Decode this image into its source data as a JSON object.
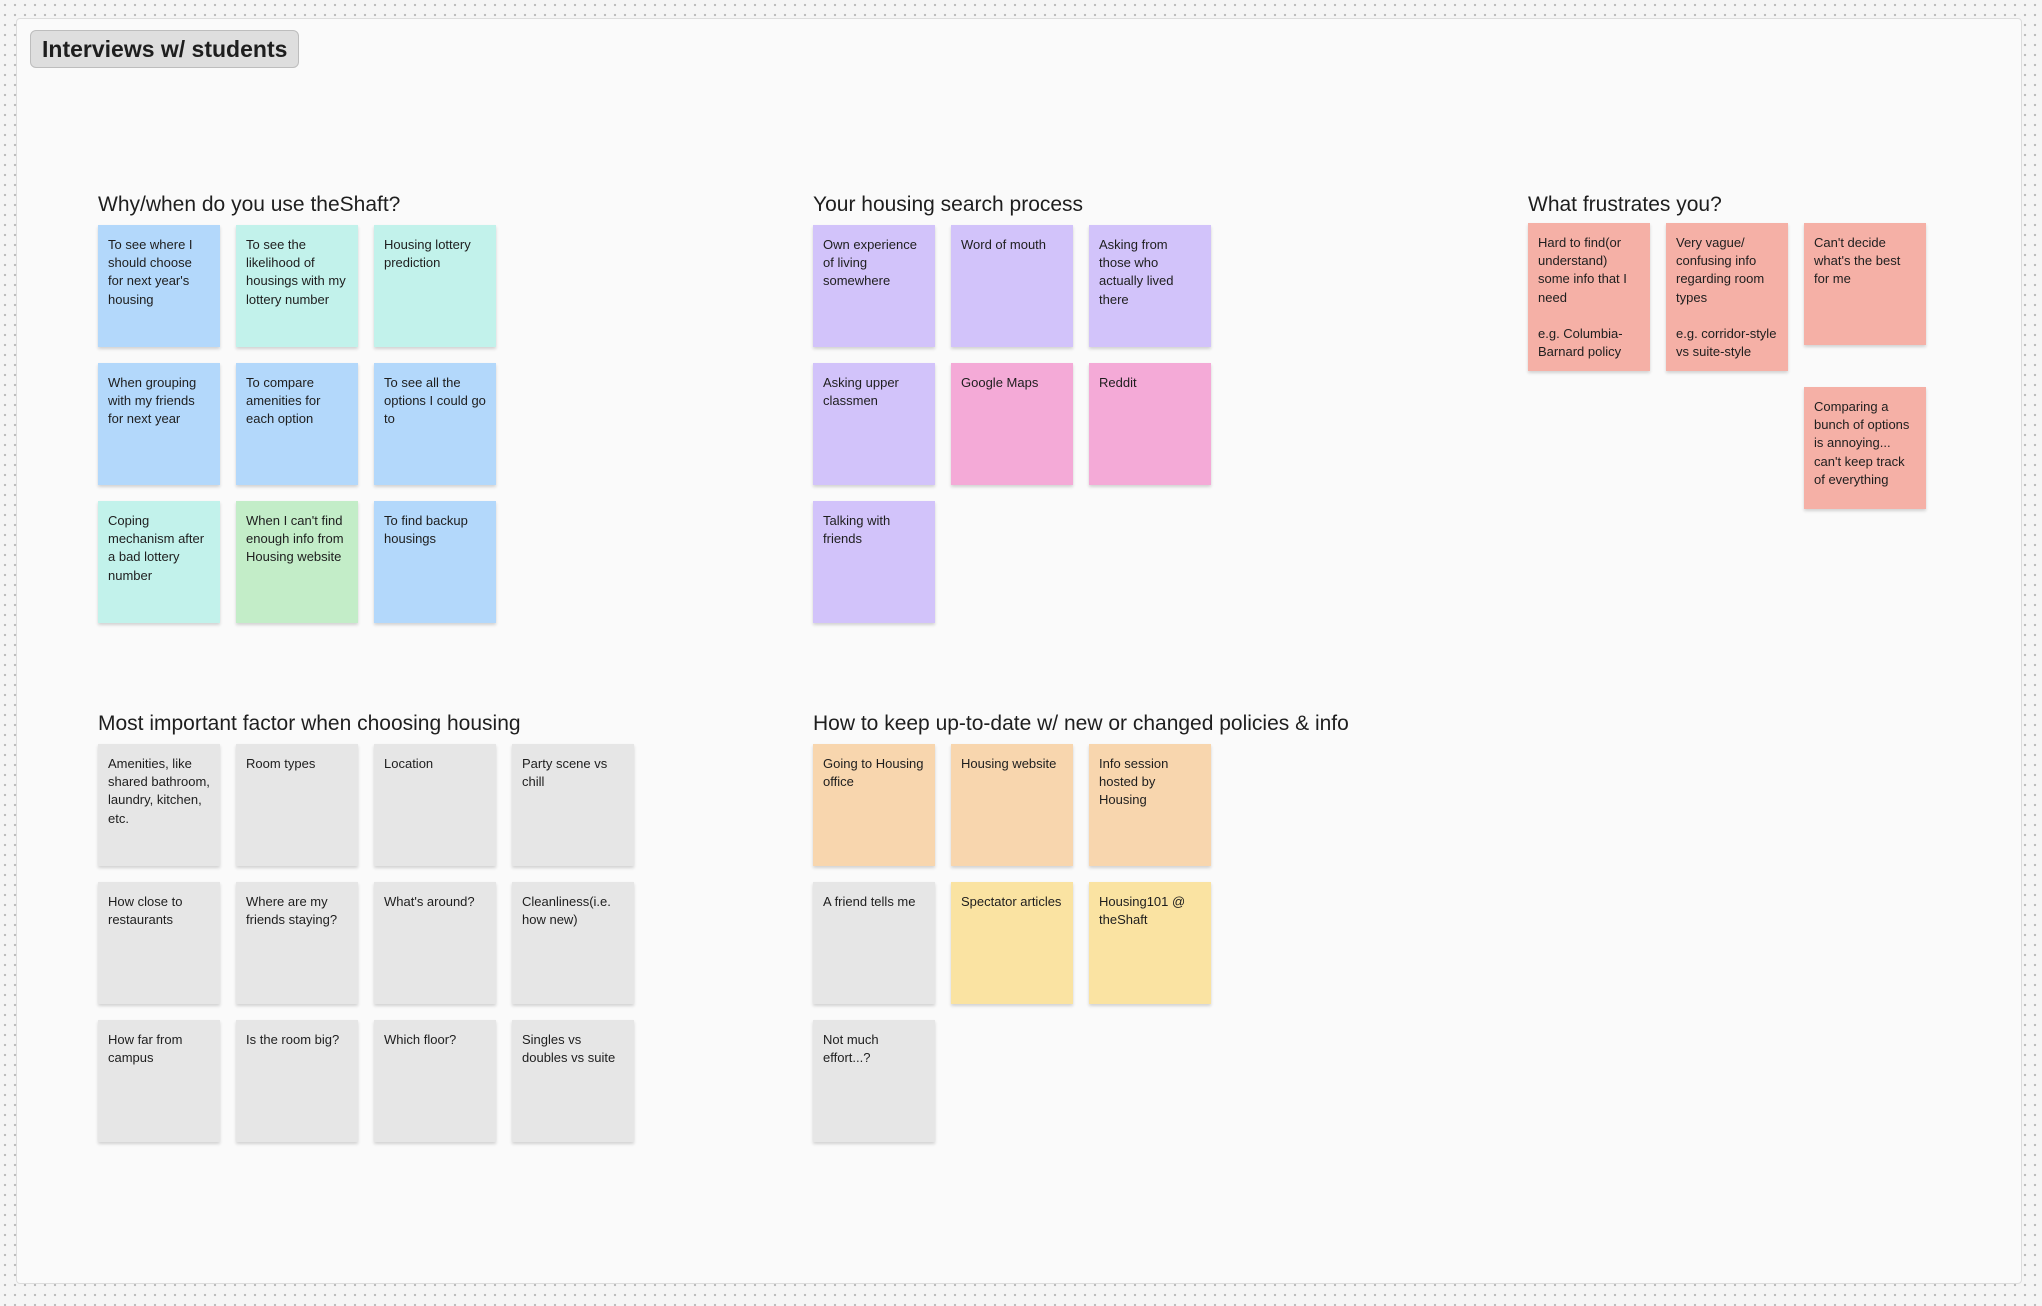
{
  "board": {
    "title": "Interviews w/ students"
  },
  "colors": {
    "blue": "#b3d8fb",
    "teal": "#c2f2eb",
    "green": "#c3edc8",
    "purple": "#d2c3fa",
    "pink": "#f4aad7",
    "salmon": "#f5b0a6",
    "gray": "#e6e6e6",
    "orange": "#f8d6ae",
    "yellow": "#fae3a2"
  },
  "sections": [
    {
      "title": "Why/when do you use theShaft?",
      "notes": [
        {
          "text": "To see where I should choose for next year's housing",
          "color": "blue",
          "col": 0,
          "row": 0
        },
        {
          "text": "To see the likelihood of housings with my lottery number",
          "color": "teal",
          "col": 1,
          "row": 0
        },
        {
          "text": "Housing lottery prediction",
          "color": "teal",
          "col": 2,
          "row": 0
        },
        {
          "text": "When grouping with my friends for next year",
          "color": "blue",
          "col": 0,
          "row": 1
        },
        {
          "text": "To compare amenities for each option",
          "color": "blue",
          "col": 1,
          "row": 1
        },
        {
          "text": "To see all the options I could go to",
          "color": "blue",
          "col": 2,
          "row": 1
        },
        {
          "text": "Coping mechanism after a bad lottery number",
          "color": "teal",
          "col": 0,
          "row": 2
        },
        {
          "text": "When I can't find enough info from Housing website",
          "color": "green",
          "col": 1,
          "row": 2
        },
        {
          "text": "To find backup housings",
          "color": "blue",
          "col": 2,
          "row": 2
        }
      ]
    },
    {
      "title": "Your housing search process",
      "notes": [
        {
          "text": "Own experience of living somewhere",
          "color": "purple",
          "col": 0,
          "row": 0
        },
        {
          "text": "Word of mouth",
          "color": "purple",
          "col": 1,
          "row": 0
        },
        {
          "text": "Asking from those who actually lived there",
          "color": "purple",
          "col": 2,
          "row": 0
        },
        {
          "text": "Asking upper classmen",
          "color": "purple",
          "col": 0,
          "row": 1
        },
        {
          "text": "Google Maps",
          "color": "pink",
          "col": 1,
          "row": 1
        },
        {
          "text": "Reddit",
          "color": "pink",
          "col": 2,
          "row": 1
        },
        {
          "text": "Talking with friends",
          "color": "purple",
          "col": 0,
          "row": 2
        }
      ]
    },
    {
      "title": "What frustrates you?",
      "notes": [
        {
          "text": "Hard to find(or understand) some info that I need\n\ne.g. Columbia-Barnard policy",
          "color": "salmon",
          "col": 0,
          "row": 0,
          "tall": true
        },
        {
          "text": "Very vague/ confusing info regarding room types\n\ne.g. corridor-style vs suite-style",
          "color": "salmon",
          "col": 1,
          "row": 0,
          "tall": true
        },
        {
          "text": "Can't decide what's the best for me",
          "color": "salmon",
          "col": 2,
          "row": 0
        },
        {
          "text": "Comparing a bunch of options is annoying... can't keep track of everything",
          "color": "salmon",
          "col": 2,
          "row": 1
        }
      ]
    },
    {
      "title": "Most important factor when choosing housing",
      "notes": [
        {
          "text": "Amenities, like shared bathroom, laundry, kitchen, etc.",
          "color": "gray",
          "col": 0,
          "row": 0
        },
        {
          "text": "Room types",
          "color": "gray",
          "col": 1,
          "row": 0
        },
        {
          "text": "Location",
          "color": "gray",
          "col": 2,
          "row": 0
        },
        {
          "text": "Party scene vs chill",
          "color": "gray",
          "col": 3,
          "row": 0
        },
        {
          "text": "How close to restaurants",
          "color": "gray",
          "col": 0,
          "row": 1
        },
        {
          "text": "Where are my friends staying?",
          "color": "gray",
          "col": 1,
          "row": 1
        },
        {
          "text": "What's around?",
          "color": "gray",
          "col": 2,
          "row": 1
        },
        {
          "text": "Cleanliness(i.e. how new)",
          "color": "gray",
          "col": 3,
          "row": 1
        },
        {
          "text": "How far from campus",
          "color": "gray",
          "col": 0,
          "row": 2
        },
        {
          "text": "Is the room big?",
          "color": "gray",
          "col": 1,
          "row": 2
        },
        {
          "text": "Which floor?",
          "color": "gray",
          "col": 2,
          "row": 2
        },
        {
          "text": "Singles vs doubles vs suite",
          "color": "gray",
          "col": 3,
          "row": 2
        }
      ]
    },
    {
      "title": "How to keep up-to-date w/ new or changed policies & info",
      "notes": [
        {
          "text": "Going to Housing office",
          "color": "orange",
          "col": 0,
          "row": 0
        },
        {
          "text": "Housing website",
          "color": "orange",
          "col": 1,
          "row": 0
        },
        {
          "text": "Info session hosted by Housing",
          "color": "orange",
          "col": 2,
          "row": 0
        },
        {
          "text": "A friend tells me",
          "color": "gray",
          "col": 0,
          "row": 1
        },
        {
          "text": "Spectator articles",
          "color": "yellow",
          "col": 1,
          "row": 1
        },
        {
          "text": "Housing101 @ theShaft",
          "color": "yellow",
          "col": 2,
          "row": 1
        },
        {
          "text": "Not much effort...?",
          "color": "gray",
          "col": 0,
          "row": 2
        }
      ]
    }
  ]
}
